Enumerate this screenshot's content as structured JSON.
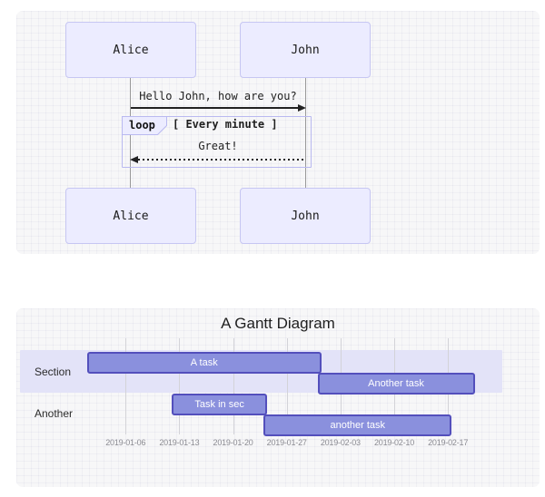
{
  "sequence_diagram": {
    "actors": [
      {
        "name": "Alice"
      },
      {
        "name": "John"
      }
    ],
    "message": "Hello John, how are you?",
    "loop": {
      "label": "loop",
      "condition": "[ Every minute ]",
      "reply": "Great!"
    }
  },
  "chart_data": {
    "type": "gantt",
    "title": "A Gantt Diagram",
    "date_origin": "2019-01-01",
    "axis_ticks": [
      "2019-01-06",
      "2019-01-13",
      "2019-01-20",
      "2019-01-27",
      "2019-02-03",
      "2019-02-10",
      "2019-02-17"
    ],
    "sections": [
      {
        "name": "Section",
        "banded": true,
        "tasks": [
          {
            "label": "A task",
            "start": "2019-01-01",
            "end": "2019-01-31"
          },
          {
            "label": "Another task",
            "start": "2019-01-31",
            "end": "2019-02-20"
          }
        ]
      },
      {
        "name": "Another",
        "banded": false,
        "tasks": [
          {
            "label": "Task in sec",
            "start": "2019-01-12",
            "end": "2019-01-24"
          },
          {
            "label": "another task",
            "start": "2019-01-24",
            "end": "2019-02-17"
          }
        ]
      }
    ],
    "colors": {
      "task_fill": "#8a90dd",
      "task_border": "#534fbc",
      "section_band": "#e3e3f8",
      "grid_line": "#d3d3d8",
      "axis_text": "#8a8a91"
    }
  },
  "colors": {
    "actor_fill": "#ececff",
    "actor_border": "#c6c6f2",
    "loop_border": "#b9b9f0",
    "lifeline": "#999999",
    "arrow": "#222222",
    "panel_bg": "#f7f7f8"
  }
}
